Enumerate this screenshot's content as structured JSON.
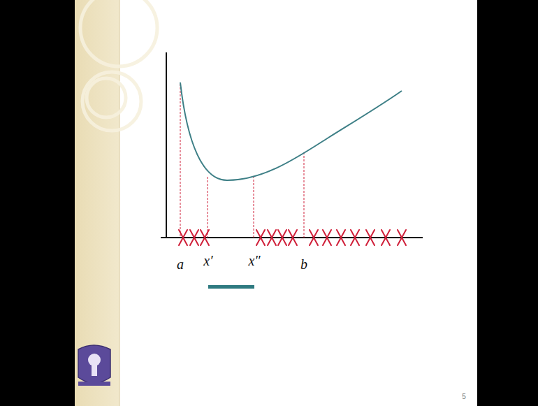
{
  "diagram": {
    "labels": [
      "a",
      "x′",
      "x″",
      "b",
      "5"
    ]
  }
}
